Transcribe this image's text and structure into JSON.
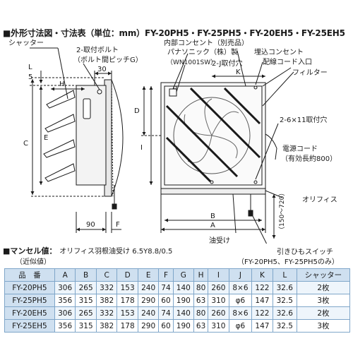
{
  "title": "■外形寸法図・寸法表（単位：mm）FY-20PH5・FY-25PH5・FY-20EH5・FY-25EH5",
  "side_labels": {
    "shutter": "シャッター",
    "bolt": "2-取付ボルト",
    "bolt_pitch": "（ボルト間ピッチG）",
    "dim_30": "30",
    "dim_L": "L",
    "dim_5": "5",
    "dim_H": "H",
    "dim_C": "C",
    "dim_E": "E",
    "dim_90": "90",
    "dim_F": "F"
  },
  "front_labels": {
    "inner_outlet": "内部コンセント（別売品）",
    "panasonic": "パナソニック（株）製",
    "model_code": "（WN1001SW）",
    "embedded_outlet": "埋込コンセント",
    "two_j": "2-J取付穴",
    "cord_entry": "配線コード入口",
    "dim_K": "K",
    "filter": "フィルター",
    "dim_D": "D",
    "dim_I": "I",
    "holes": "2-6×11取付穴",
    "power_cord": "電源コード",
    "cord_length": "（有効長約800）",
    "orifice": "オリフィス",
    "dim_B": "B",
    "dim_A": "A",
    "pull_range": "（150～720）",
    "oil_tray": "油受け",
    "pull_switch": "引きひもスイッチ",
    "pull_switch_note": "（FY-20PH5、FY-25PH5のみ）"
  },
  "munsell": {
    "label": "■マンセル値：",
    "value": "オリフィス羽根油受け 6.5Y8.8/0.5",
    "note": "（近似値）"
  },
  "table": {
    "headers": [
      "品　番",
      "A",
      "B",
      "C",
      "D",
      "E",
      "F",
      "G",
      "H",
      "I",
      "J",
      "K",
      "L",
      "シャッター"
    ],
    "rows": [
      [
        "FY-20PH5",
        "306",
        "265",
        "332",
        "153",
        "240",
        "74",
        "140",
        "80",
        "260",
        "8×6",
        "122",
        "32.6",
        "2枚"
      ],
      [
        "FY-25PH5",
        "356",
        "315",
        "382",
        "178",
        "290",
        "60",
        "190",
        "63",
        "310",
        "φ6",
        "147",
        "32.5",
        "3枚"
      ],
      [
        "FY-20EH5",
        "306",
        "265",
        "332",
        "153",
        "240",
        "74",
        "140",
        "80",
        "260",
        "8×6",
        "122",
        "32.6",
        "2枚"
      ],
      [
        "FY-25EH5",
        "356",
        "315",
        "382",
        "178",
        "290",
        "60",
        "190",
        "63",
        "310",
        "φ6",
        "147",
        "32.5",
        "3枚"
      ]
    ]
  }
}
